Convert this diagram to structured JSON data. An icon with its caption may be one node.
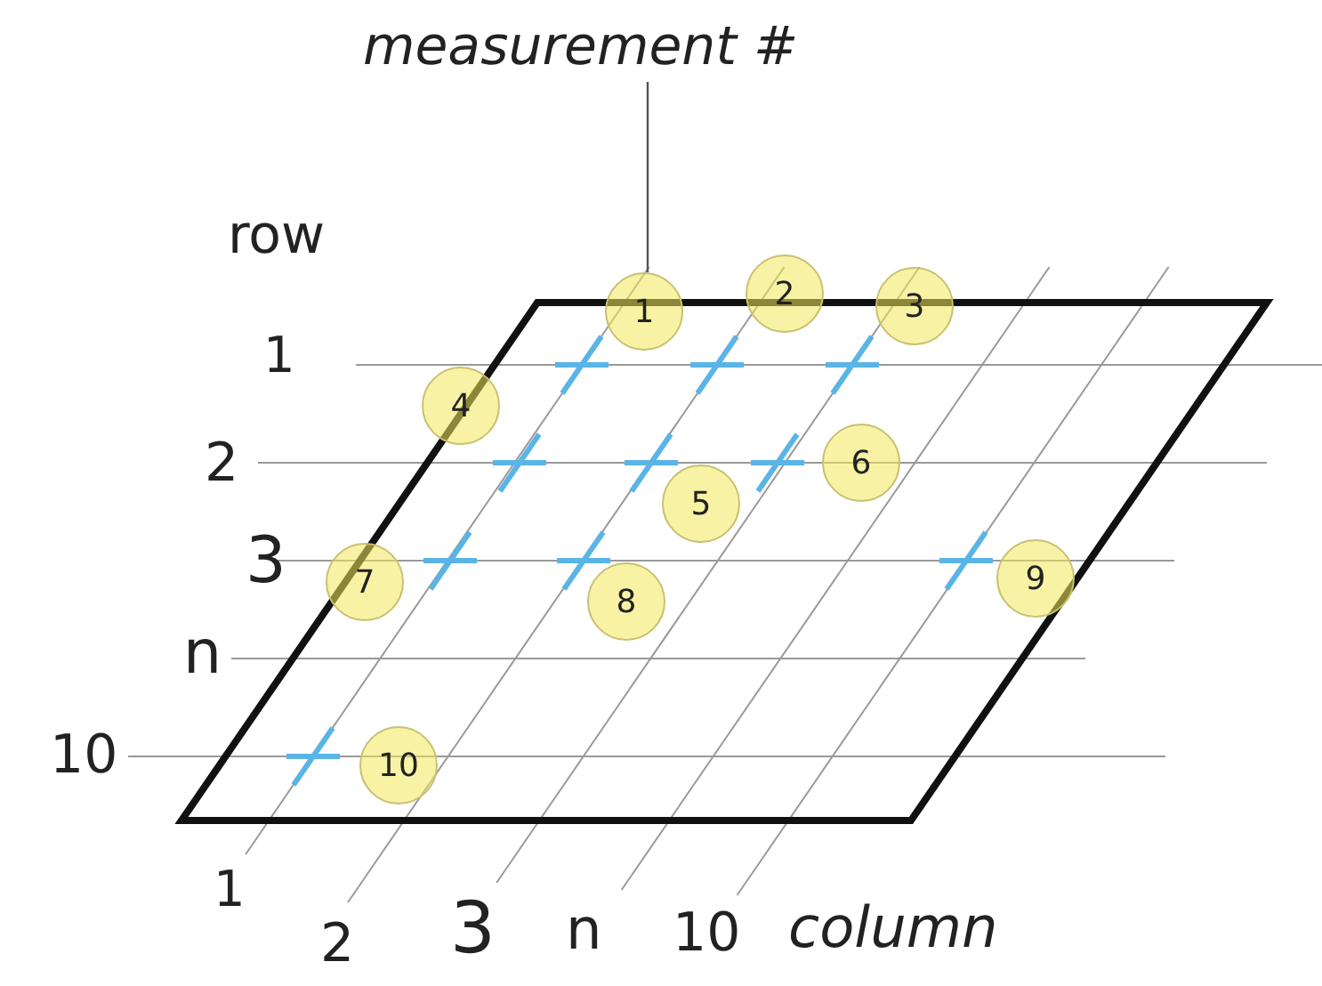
{
  "diagram": {
    "nodes": [
      {
        "text": [
          "measurement #"
        ]
      },
      {
        "text": [
          "1"
        ]
      },
      {
        "text": [
          "2"
        ]
      },
      {
        "text": [
          "3"
        ]
      },
      {
        "text": [
          "4"
        ]
      },
      {
        "text": [
          "5"
        ]
      },
      {
        "text": [
          "6"
        ]
      },
      {
        "text": [
          "7"
        ]
      },
      {
        "text": [
          "8"
        ]
      },
      {
        "text": [
          "9"
        ]
      },
      {
        "text": [
          "10"
        ]
      }
    ],
    "edges": [
      {
        "from": 0,
        "to": 1,
        "arrow": "none"
      }
    ],
    "labels": [
      "row",
      "1",
      "2",
      "3",
      "n",
      "10",
      "1",
      "2",
      "3",
      "n",
      "10",
      "column"
    ]
  }
}
